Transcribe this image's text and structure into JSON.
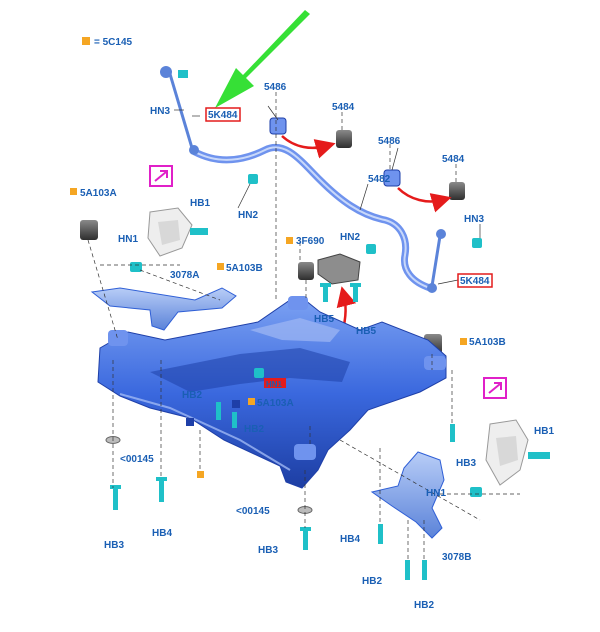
{
  "legend": {
    "text": "= 5C145",
    "color": "#f5a623"
  },
  "labels": {
    "hn3_top": "HN3",
    "k484_top": "5K484",
    "p5486_top": "5486",
    "p5484_top": "5484",
    "p5486_right": "5486",
    "p5484_right": "5484",
    "p5482": "5482",
    "hn2_left": "HN2",
    "hn3_right": "HN3",
    "hn2_mid": "HN2",
    "k484_right": "5K484",
    "a103a_top": "5A103A",
    "hb1_left": "HB1",
    "hn1_left": "HN1",
    "p3078a": "3078A",
    "p3f690": "3F690",
    "a103b_mid": "5A103B",
    "hb5_left": "HB5",
    "hb5_right": "HB5",
    "a103b_right": "5A103B",
    "hb2_a": "HB2",
    "hb2_b": "HB2",
    "a103a_low": "5A103A",
    "c00145_left": "<00145",
    "hb3_left": "HB3",
    "hb4_left": "HB4",
    "c00145_mid": "<00145",
    "hb3_mid": "HB3",
    "hb4_mid": "HB4",
    "p3078b": "3078B",
    "hn1_right": "HN1",
    "hb1_right": "HB1",
    "hb3_right": "HB3",
    "hb2_c": "HB2",
    "hb2_d": "HB2",
    "hn_hidden": "HN1"
  },
  "colors": {
    "frame": "#2f5fd6",
    "frame_dark": "#1e3fa8",
    "frame_light": "#6f93ee",
    "bolt": "#1fc0c8",
    "arrow_green": "#36e036",
    "arrow_red": "#e51b1b",
    "magenta": "#e020c8",
    "box_red": "#e31c1c",
    "bushing": "#444444"
  }
}
